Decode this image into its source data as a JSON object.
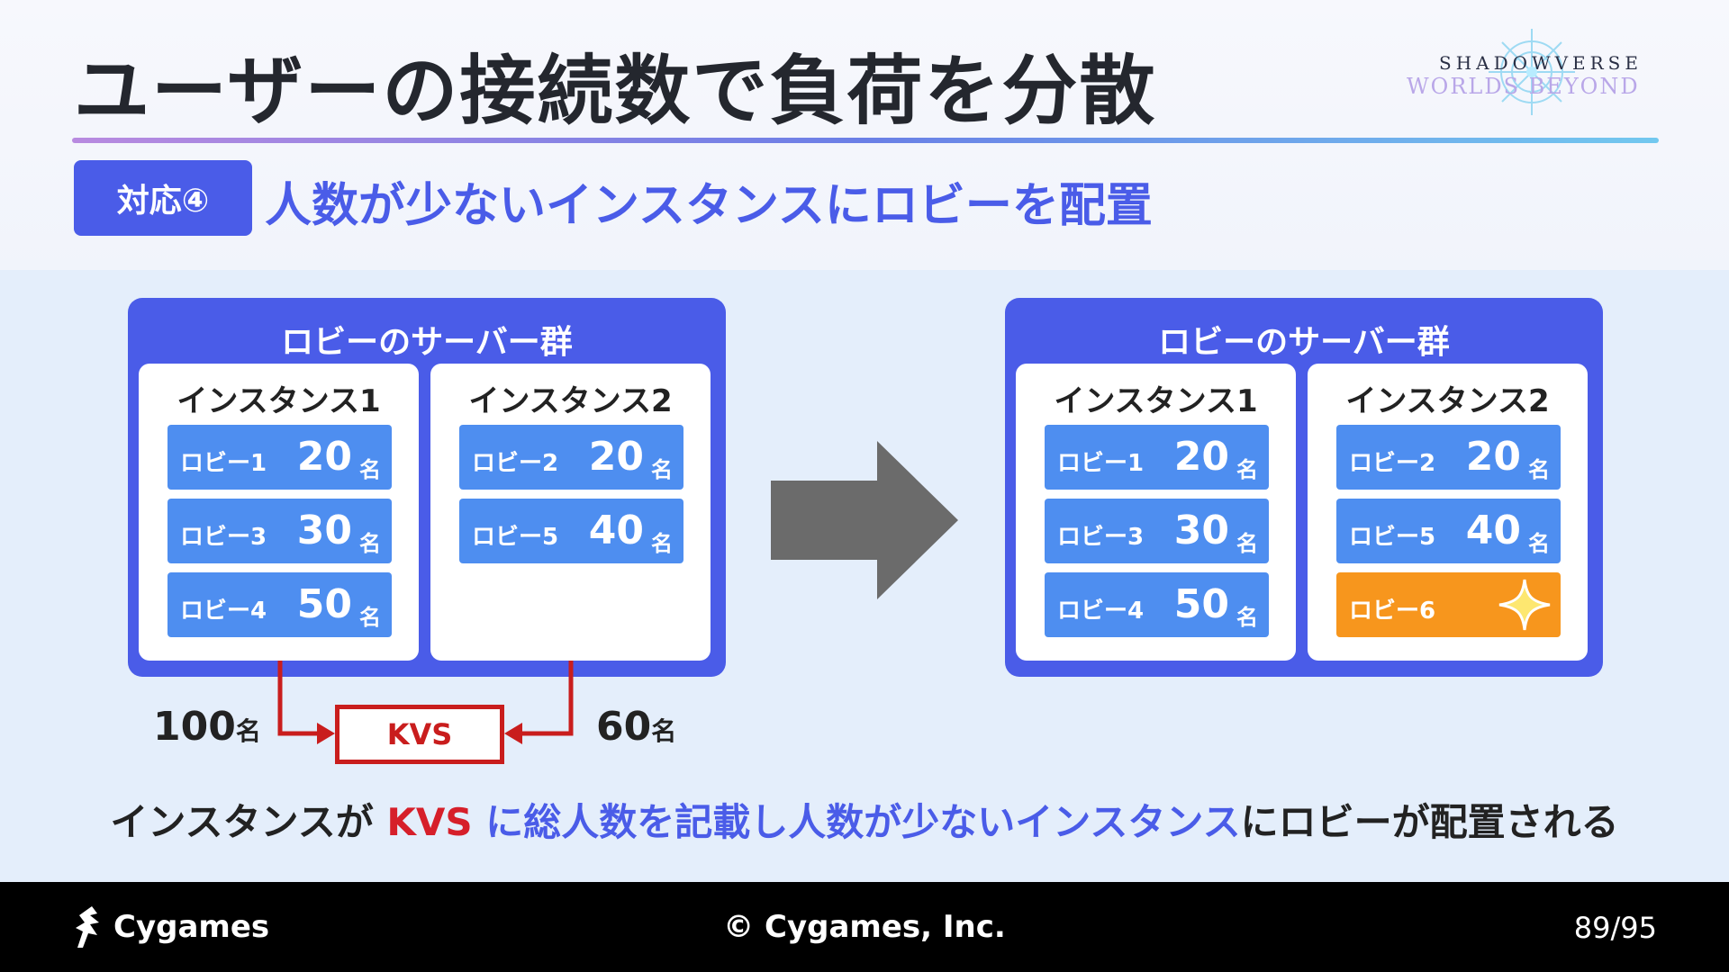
{
  "header": {
    "title": "ユーザーの接続数で負荷を分散",
    "logo": {
      "line1": "SHADOWVERSE",
      "line2": "WORLDS BEYOND"
    },
    "tag": "対応④",
    "subtitle": "人数が少ないインスタンスにロビーを配置"
  },
  "before": {
    "panel_title": "ロビーのサーバー群",
    "instances": [
      {
        "name": "インスタンス1",
        "lobbies": [
          {
            "label": "ロビー1",
            "count": "20",
            "unit": "名"
          },
          {
            "label": "ロビー3",
            "count": "30",
            "unit": "名"
          },
          {
            "label": "ロビー4",
            "count": "50",
            "unit": "名"
          }
        ]
      },
      {
        "name": "インスタンス2",
        "lobbies": [
          {
            "label": "ロビー2",
            "count": "20",
            "unit": "名"
          },
          {
            "label": "ロビー5",
            "count": "40",
            "unit": "名"
          }
        ]
      }
    ]
  },
  "after": {
    "panel_title": "ロビーのサーバー群",
    "instances": [
      {
        "name": "インスタンス1",
        "lobbies": [
          {
            "label": "ロビー1",
            "count": "20",
            "unit": "名"
          },
          {
            "label": "ロビー3",
            "count": "30",
            "unit": "名"
          },
          {
            "label": "ロビー4",
            "count": "50",
            "unit": "名"
          }
        ]
      },
      {
        "name": "インスタンス2",
        "lobbies": [
          {
            "label": "ロビー2",
            "count": "20",
            "unit": "名"
          },
          {
            "label": "ロビー5",
            "count": "40",
            "unit": "名"
          },
          {
            "label": "ロビー6",
            "icon": "sparkle-icon"
          }
        ]
      }
    ]
  },
  "kvs": {
    "label": "KVS",
    "left_count": "100",
    "right_count": "60",
    "unit": "名"
  },
  "bottom": {
    "part1": "インスタンスが ",
    "kvs": "KVS",
    "part2": " に総人数を記載し",
    "part3": "人数が少ないインスタンス",
    "part4": "にロビーが配置される"
  },
  "footer": {
    "brand": "Cygames",
    "copyright": "© Cygames, Inc.",
    "page": "89/95"
  },
  "colors": {
    "accent": "#4a5ce8",
    "lobby": "#4e8ef0",
    "lobby_new": "#f7961d",
    "kvs_red": "#c91d1d",
    "arrow": "#6b6b6b"
  }
}
